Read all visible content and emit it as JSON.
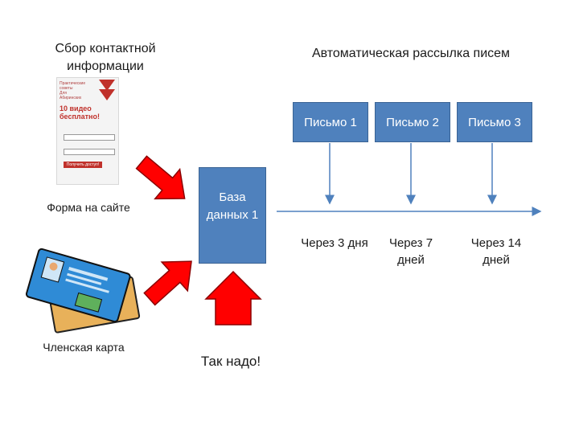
{
  "headings": {
    "collect": "Сбор контактной информации",
    "mailing": "Автоматическая рассылка писем"
  },
  "form_thumb": {
    "line1": "Практические",
    "line2": "советы",
    "line3": "Для",
    "line4": "Абиринских",
    "promo": "10 видео бесплатно!",
    "button": "Получить доступ!"
  },
  "labels": {
    "web_form": "Форма на сайте",
    "member_card": "Членская карта",
    "must": "Так надо!"
  },
  "database": "База данных 1",
  "letters": [
    {
      "label": "Письмо 1",
      "delay": "Через 3 дня"
    },
    {
      "label": "Письмо 2",
      "delay": "Через 7 дней"
    },
    {
      "label": "Письмо 3",
      "delay": "Через 14 дней"
    }
  ],
  "colors": {
    "box": "#4f81bd",
    "arrow_red": "#ff0000",
    "timeline": "#4f81bd"
  }
}
